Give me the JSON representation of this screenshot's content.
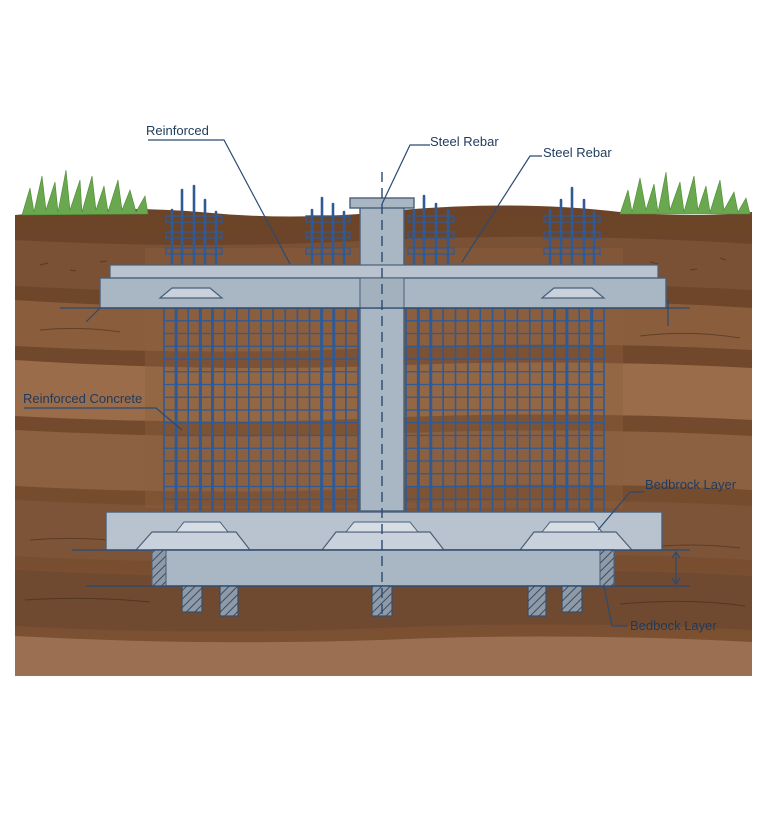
{
  "labels": {
    "reinforced": "Reinforced",
    "steel_rebar_1": "Steel Rebar",
    "steel_rebar_2": "Steel Rebar",
    "reinforced_concrete": "Reinforced Concrete",
    "bedrock_layer_1": "Bedbrock Layer",
    "bedrock_layer_2": "Bedbock Layer"
  },
  "colors": {
    "soil_dark": "#5a3a24",
    "soil_mid": "#7a5236",
    "soil_light": "#9a6c4a",
    "concrete": "#a9b6c4",
    "concrete_edge": "#4a5f78",
    "rebar": "#2f5a95",
    "grass": "#6aa84f",
    "label": "#1f3a5c"
  }
}
